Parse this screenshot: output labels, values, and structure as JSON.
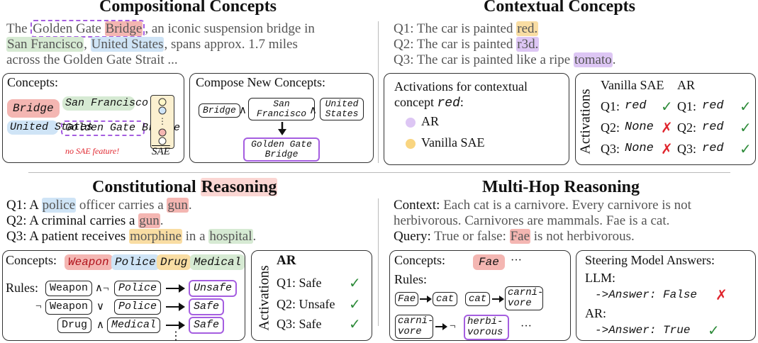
{
  "compositional": {
    "title": "Compositional Concepts",
    "p_the": "The ",
    "p_golden_gate": "Golden Gate ",
    "p_bridge": "Bridge",
    "p_rest1": ", an iconic suspension bridge in",
    "p_sf": "San Francisco",
    "p_comma": ", ",
    "p_us": "United States",
    "p_rest2": ", spans approx. 1.7 miles",
    "p_line3": "across the Golden Gate Strait ...",
    "concepts_label": "Concepts:",
    "bridge": "Bridge",
    "sf": "San Francisco",
    "us": "United States",
    "ggb": "Golden Gate Bridge",
    "no_sae": "no SAE feature!",
    "sae": "SAE",
    "compose_title": "Compose New Concepts:",
    "c_bridge": "Bridge",
    "c_sf": "San Francisco",
    "c_us": "United States",
    "c_ggb": "Golden Gate Bridge",
    "and": "∧"
  },
  "contextual": {
    "title": "Contextual Concepts",
    "q1_pre": "Q1: The car is painted ",
    "q1_hl": "red.",
    "q2_pre": "Q2: The car is painted ",
    "q2_hl": "r3d.",
    "q3_pre": "Q3: The car is painted like a ripe ",
    "q3_hl": "tomato",
    "q3_post": ".",
    "act_line1": "Activations for contextual",
    "act_line2_pre": "concept ",
    "act_line2_mono": "red",
    "act_line2_post": ":",
    "legend_ar": "AR",
    "legend_vsae": "Vanilla SAE",
    "activations": "Activations",
    "col_vsae": "Vanilla SAE",
    "col_ar": "AR",
    "rows": [
      {
        "q": "Q1:",
        "v": "red",
        "v_ok": "✓",
        "q2": "Q1:",
        "a": "red",
        "a_ok": "✓"
      },
      {
        "q": "Q2:",
        "v": "None",
        "v_ok": "✗",
        "q2": "Q2:",
        "a": "red",
        "a_ok": "✓"
      },
      {
        "q": "Q3:",
        "v": "None",
        "v_ok": "✗",
        "q2": "Q3:",
        "a": "red",
        "a_ok": "✓"
      }
    ]
  },
  "constitutional": {
    "title_pre": "Constitutional ",
    "title_hl": "Reasoning",
    "q1_a": "Q1: A ",
    "q1_police": "police",
    "q1_b": " officer carries a ",
    "q1_gun": "gun",
    "q1_c": ".",
    "q2_a": "Q2: A criminal carries a ",
    "q2_gun": "gun",
    "q2_c": ".",
    "q3_a": "Q3: A patient receives ",
    "q3_morphine": "morphine",
    "q3_b": " in a ",
    "q3_hospital": "hospital",
    "q3_c": ".",
    "concepts_label": "Concepts:",
    "weapon": "Weapon",
    "police": "Police",
    "drug": "Drug",
    "medical": "Medical",
    "rules_label": "Rules:",
    "r1_a": "Weapon",
    "r1_op": "∧¬",
    "r1_b": "Police",
    "r1_out": "Unsafe",
    "r2_neg": "¬",
    "r2_a": "Weapon",
    "r2_op": "∨",
    "r2_b": "Police",
    "r2_out": "Safe",
    "r3_a": "Drug",
    "r3_op": "∧",
    "r3_b": "Medical",
    "r3_out": "Safe",
    "vdots": "⋮",
    "activations": "Activations",
    "ar": "AR",
    "a1": "Q1: Safe",
    "a2": "Q2: Unsafe",
    "a3": "Q3: Safe",
    "check": "✓"
  },
  "multihop": {
    "title": "Multi-Hop Reasoning",
    "ctx_lbl": "Context:",
    "ctx_1": " Each cat is a carnivore. Every carnivore is not",
    "ctx_2": "herbivorous. Carnivores are mammals. Fae is a cat.",
    "query_lbl": "Query:",
    "query_a": " True or false: ",
    "query_fae": "Fae",
    "query_b": " is not herbivorous.",
    "concepts_label": "Concepts:",
    "fae": "Fae",
    "dots": "···",
    "rules_label": "Rules:",
    "r_fae": "Fae",
    "r_cat1": "cat",
    "r_cat2": "cat",
    "r_carnivore": "carni- vore",
    "r_carnivore2": "carni- vore",
    "r_herbivorous": "herbi- vorous",
    "r_neg": "¬",
    "steer_title": "Steering Model Answers:",
    "llm": "LLM:",
    "llm_ans": "->Answer: False",
    "ar": "AR:",
    "ar_ans": "->Answer: True",
    "cross": "✗",
    "check": "✓"
  }
}
